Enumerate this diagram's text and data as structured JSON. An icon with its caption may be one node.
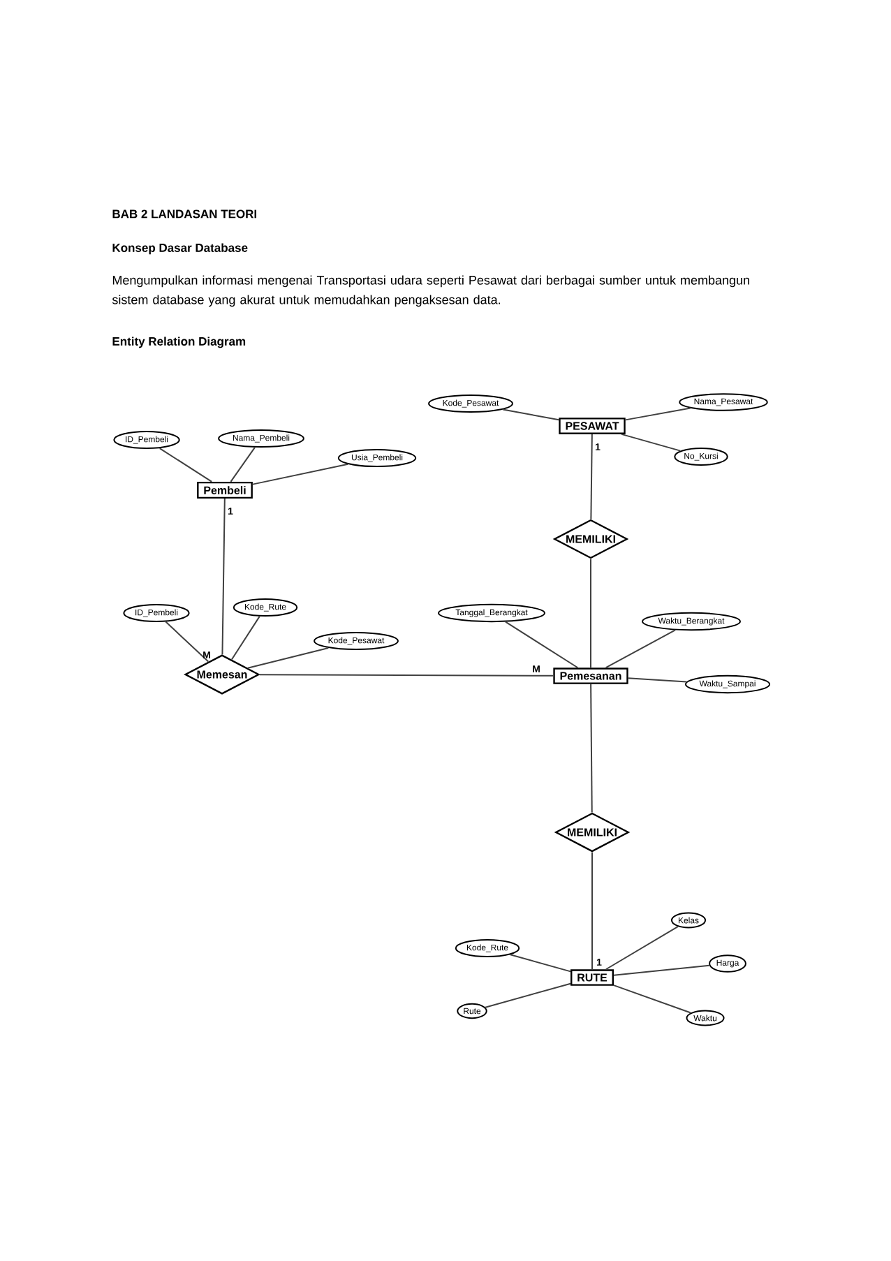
{
  "diagram": {
    "title": "BAB 2 LANDASAN TEORI",
    "nodes": [
      {
        "text": [
          "PESAWAT"
        ]
      },
      {
        "text": [
          "Kode_Pesawat"
        ]
      },
      {
        "text": [
          "Nama_Pesawat"
        ]
      },
      {
        "text": [
          "No_Kursi"
        ]
      },
      {
        "text": [
          "Pembeli"
        ]
      },
      {
        "text": [
          "ID_Pembeli"
        ]
      },
      {
        "text": [
          "Nama_Pembeli"
        ]
      },
      {
        "text": [
          "Usia_Pembeli"
        ]
      },
      {
        "text": [
          "MEMILIKI"
        ]
      },
      {
        "text": [
          "ID_Pembeli"
        ]
      },
      {
        "text": [
          "Kode_Rute"
        ]
      },
      {
        "text": [
          "Kode_Pesawat"
        ]
      },
      {
        "text": [
          "Tanggal_Berangkat"
        ]
      },
      {
        "text": [
          "Waktu_Berangkat"
        ]
      },
      {
        "text": [
          "Memesan"
        ]
      },
      {
        "text": [
          "Pemesanan"
        ]
      },
      {
        "text": [
          "Waktu_Sampai"
        ]
      },
      {
        "text": [
          "MEMILIKI"
        ]
      },
      {
        "text": [
          "Kelas"
        ]
      },
      {
        "text": [
          "Kode_Rute"
        ]
      },
      {
        "text": [
          "Harga"
        ]
      },
      {
        "text": [
          "RUTE"
        ]
      },
      {
        "text": [
          "Rute"
        ]
      },
      {
        "text": [
          "Waktu"
        ]
      }
    ],
    "edges": [
      {
        "from": 1,
        "to": 0,
        "arrow": "none"
      },
      {
        "from": 2,
        "to": 0,
        "arrow": "none"
      },
      {
        "from": 3,
        "to": 0,
        "arrow": "none"
      },
      {
        "from": 0,
        "to": 8,
        "arrow": "none"
      },
      {
        "from": 8,
        "to": 15,
        "arrow": "none"
      },
      {
        "from": 5,
        "to": 4,
        "arrow": "none"
      },
      {
        "from": 6,
        "to": 4,
        "arrow": "none"
      },
      {
        "from": 7,
        "to": 4,
        "arrow": "none"
      },
      {
        "from": 4,
        "to": 14,
        "arrow": "none"
      },
      {
        "from": 9,
        "to": 14,
        "arrow": "none"
      },
      {
        "from": 10,
        "to": 14,
        "arrow": "none"
      },
      {
        "from": 11,
        "to": 14,
        "arrow": "none"
      },
      {
        "from": 14,
        "to": 15,
        "arrow": "none"
      },
      {
        "from": 12,
        "to": 15,
        "arrow": "none"
      },
      {
        "from": 13,
        "to": 15,
        "arrow": "none"
      },
      {
        "from": 16,
        "to": 15,
        "arrow": "none"
      },
      {
        "from": 15,
        "to": 17,
        "arrow": "none"
      },
      {
        "from": 17,
        "to": 21,
        "arrow": "none"
      },
      {
        "from": 19,
        "to": 21,
        "arrow": "none"
      },
      {
        "from": 18,
        "to": 21,
        "arrow": "none"
      },
      {
        "from": 20,
        "to": 21,
        "arrow": "none"
      },
      {
        "from": 22,
        "to": 21,
        "arrow": "none"
      },
      {
        "from": 23,
        "to": 21,
        "arrow": "none"
      }
    ],
    "labels": [
      "Konsep Dasar Database",
      "Mengumpulkan informasi mengenai Transportasi udara seperti Pesawat dari berbagai sumber untuk membangun sistem database yang akurat untuk memudahkan pengaksesan data.",
      "Entity Relation Diagram",
      "1",
      "1",
      "M",
      "M",
      "1"
    ]
  }
}
